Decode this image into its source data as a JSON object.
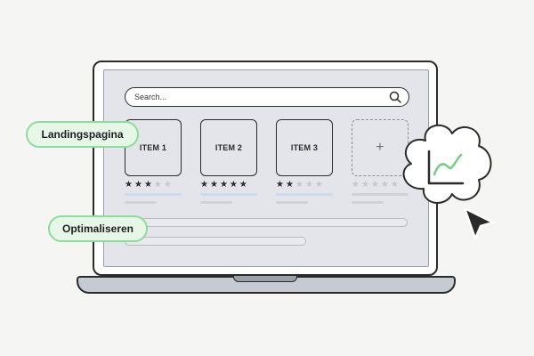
{
  "search": {
    "placeholder": "Search..."
  },
  "items": [
    {
      "label": "ITEM 1",
      "rating": 3
    },
    {
      "label": "ITEM 2",
      "rating": 5
    },
    {
      "label": "ITEM 3",
      "rating": 2
    }
  ],
  "add_card": {
    "symbol": "+"
  },
  "stars_total": 5,
  "tags": {
    "landing": "Landingspagina",
    "optimize": "Optimaliseren"
  },
  "colors": {
    "accent_green": "#8ddc9b",
    "pill_fill": "#e6f7e8",
    "outline": "#2b2b2b",
    "star_off": "#c4c7cc"
  },
  "icons": {
    "search": "magnifier-icon",
    "chart": "line-chart-icon",
    "cursor": "cursor-arrow-icon"
  }
}
